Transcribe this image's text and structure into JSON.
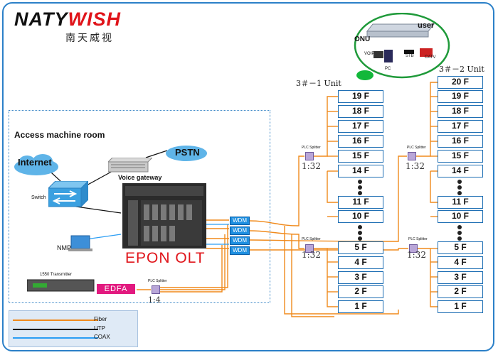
{
  "brand": {
    "name_a": "NATY",
    "name_b": "WISH",
    "subtitle": "南天威视"
  },
  "room": {
    "title": "Access machine room"
  },
  "internet": {
    "label": "Internet"
  },
  "pstn": {
    "label": "PSTN"
  },
  "voice_gateway": {
    "label": "Voice gateway"
  },
  "switch": {
    "label": "Switch"
  },
  "nmp": {
    "label": "NMP"
  },
  "olt": {
    "label": "EPON OLT"
  },
  "transmitter": {
    "label": "1550 Transmitter"
  },
  "edfa": {
    "label": "EDFA"
  },
  "wdm_label": "WDM",
  "splitter_label": "PLC Splitter",
  "ratios": {
    "main": "1:4",
    "unit": "1:32"
  },
  "user_bubble": {
    "user": "user",
    "onu": "ONU",
    "voip": "VOIP",
    "pc": "PC",
    "stb": "STB",
    "catv": "CATV"
  },
  "unit_left": {
    "title": "3＃－1 Unit"
  },
  "unit_right": {
    "title": "3＃－2 Unit"
  },
  "floors": {
    "f20": "20 F",
    "f19": "19 F",
    "f18": "18 F",
    "f17": "17 F",
    "f16": "16 F",
    "f15": "15 F",
    "f14": "14 F",
    "f11": "11 F",
    "f10": "10 F",
    "f5": "5 F",
    "f4": "4 F",
    "f3": "3 F",
    "f2": "2 F",
    "f1": "1 F"
  },
  "legend": {
    "fiber": "Fiber",
    "utp": "UTP",
    "coax": "COAX"
  },
  "colors": {
    "fiber": "#f08a1c",
    "utp": "#111111",
    "coax": "#2a9df4",
    "frame": "#2b80c8"
  }
}
